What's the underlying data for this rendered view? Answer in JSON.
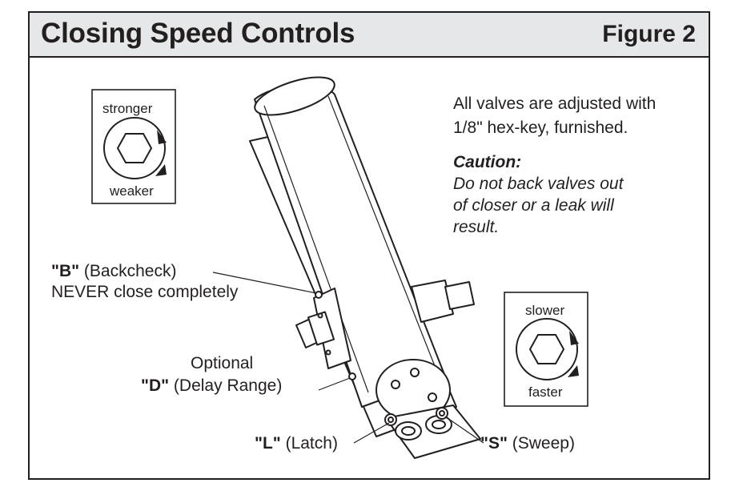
{
  "header": {
    "title": "Closing Speed Controls",
    "figure": "Figure 2"
  },
  "notes": {
    "line1": "All valves are adjusted with",
    "line2": "1/8\" hex-key, furnished.",
    "caution_heading": "Caution:",
    "caution_line1": "Do not back valves out",
    "caution_line2": "of closer or a leak will",
    "caution_line3": "result."
  },
  "adjust_icons": {
    "top_left": {
      "top": "stronger",
      "bottom": "weaker"
    },
    "right": {
      "top": "slower",
      "bottom": "faster"
    }
  },
  "valves": {
    "b": {
      "code": "\"B\"",
      "desc": " (Backcheck)",
      "warning": "NEVER close completely"
    },
    "d": {
      "prefix": "Optional",
      "code": "\"D\"",
      "desc": " (Delay Range)"
    },
    "l": {
      "code": "\"L\"",
      "desc": " (Latch)"
    },
    "s": {
      "code": "\"S\"",
      "desc": " (Sweep)"
    }
  }
}
